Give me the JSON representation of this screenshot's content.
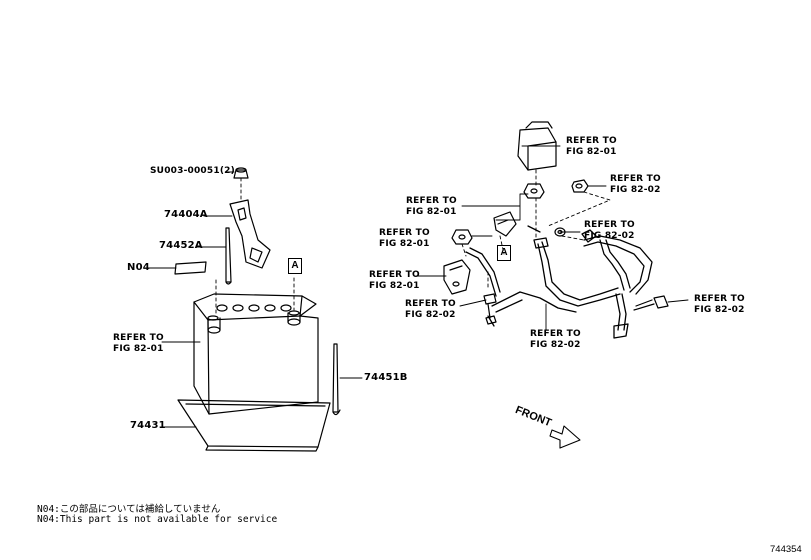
{
  "labels": {
    "su003": "SU003-00051(2)",
    "p74404a": "74404A",
    "p74452a": "74452A",
    "n04": "N04",
    "refer_left_1": "REFER TO",
    "refer_left_2": "FIG 82-01",
    "p74451b": "74451B",
    "p74431": "74431",
    "boxA": "A",
    "boxA2": "A",
    "refer_cap_1": "REFER TO",
    "refer_cap_2": "FIG 82-01",
    "refer_nut_1": "REFER TO",
    "refer_nut_2": "FIG 82-02",
    "refer_term_1": "REFER TO",
    "refer_term_2": "FIG 82-01",
    "refer_clip_1": "REFER TO",
    "refer_clip_2": "FIG 82-02",
    "refer_nut2_1": "REFER TO",
    "refer_nut2_2": "FIG 82-01",
    "refer_clamp_1": "REFER TO",
    "refer_clamp_2": "FIG 82-01",
    "refer_bolt_1": "REFER TO",
    "refer_bolt_2": "FIG 82-02",
    "refer_cable_1": "REFER TO",
    "refer_cable_2": "FIG 82-02",
    "refer_right_1": "REFER TO",
    "refer_right_2": "FIG 82-02",
    "front": "FRONT"
  },
  "notes": {
    "jp": "N04:この部品については補給していません",
    "en": "N04:This part is not available for service"
  },
  "figure_number": "744354"
}
